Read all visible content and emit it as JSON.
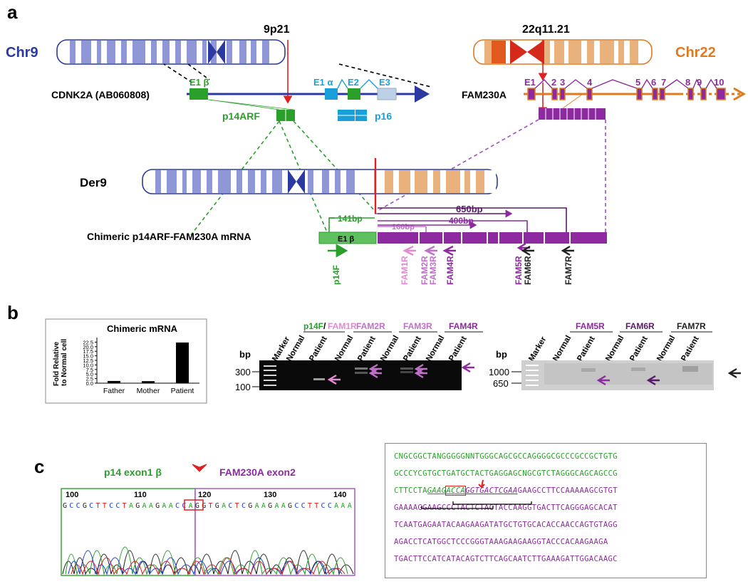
{
  "panel_labels": [
    "a",
    "b",
    "c"
  ],
  "panel_a": {
    "chr9_label": "Chr9",
    "chr22_label": "Chr22",
    "band9": "9p21",
    "band22": "22q11.21",
    "cdkn2a_label": "CDNK2A (AB060808)",
    "fam230a_label": "FAM230A",
    "exon_e1b": "E1 β",
    "exon_e1a": "E1 α",
    "exon_e2": "E2",
    "exon_e3": "E3",
    "p14arf": "p14ARF",
    "p16": "p16",
    "fam_exons": [
      "E1",
      "2",
      "3",
      "4",
      "5",
      "6",
      "7",
      "8",
      "9",
      "10"
    ],
    "der9_label": "Der9",
    "chimeric_label": "Chimeric p14ARF-FAM230A mRNA",
    "e1b_box": "E1 β",
    "sizes": [
      "141bp",
      "160bp",
      "400bp",
      "650bp"
    ],
    "primers": [
      "p14F",
      "FAM1R",
      "FAM2R",
      "FAM3R",
      "FAM4R",
      "FAM5R",
      "FAM6R",
      "FAM7R"
    ]
  },
  "panel_b": {
    "chart_title": "Chimeric mRNA",
    "ylabel_1": "Fold Relative",
    "ylabel_2": "to Normal cell",
    "chart_data": {
      "type": "bar",
      "categories": [
        "Father",
        "Mother",
        "Patient"
      ],
      "values": [
        1.2,
        1.1,
        22.3
      ],
      "ylim": [
        0,
        25
      ],
      "yticks": [
        "0.0",
        "2.5",
        "5.0",
        "7.5",
        "10.0",
        "12.5",
        "15.0",
        "17.5",
        "20.0",
        "22.5"
      ]
    },
    "gel1": {
      "primer_p14f": "p14F",
      "primer_slash": "/",
      "groups": [
        "FAM1R",
        "FAM2R",
        "FAM3R",
        "FAM4R"
      ],
      "lanes": [
        "Marker",
        "Normal",
        "Patient",
        "Normal",
        "Patient",
        "Normal",
        "Patient",
        "Normal",
        "Patient"
      ],
      "bp": "bp",
      "marks": [
        "300",
        "100"
      ]
    },
    "gel2": {
      "groups": [
        "FAM5R",
        "FAM6R",
        "FAM7R"
      ],
      "lanes": [
        "Marker",
        "Normal",
        "Patient",
        "Normal",
        "Patient",
        "Normal",
        "Patient"
      ],
      "bp": "bp",
      "marks": [
        "1000",
        "650"
      ]
    }
  },
  "panel_c": {
    "left_title": "p14 exon1 β",
    "right_title": "FAM230A exon2",
    "positions": [
      "100",
      "110",
      "120",
      "130",
      "140"
    ],
    "bases_green": [
      "G",
      "C",
      "C",
      "G",
      "C",
      "T",
      "T",
      "C",
      "C",
      "T",
      "A",
      "G",
      "A",
      "A",
      "G",
      "A",
      "A",
      "C",
      "C",
      "A"
    ],
    "bases_purple": [
      "G",
      "G",
      "T",
      "G",
      "A",
      "C",
      "T",
      "C",
      "G",
      "A",
      "A",
      "G",
      "A",
      "A",
      "G",
      "C",
      "C",
      "T",
      "T",
      "C",
      "C",
      "A",
      "A",
      "A"
    ],
    "seq": {
      "line1": "CNGCGGCTANGGGGGNNTGGGCAGCGCCAGGGGCGCCCGCCGCTGTG",
      "line2": "GCCCYCGTGCTGATGCTACTGAGGAGCNGCGTCTAGGGCAGCAGCCG",
      "line3_a": "CTTCCTA",
      "line3_b": "GAAG",
      "line3_c": "ACCA",
      "line3_d": "GGTGACTCGAA",
      "line3_e": "GAAGCCTTCCAAAAAGCGTGT",
      "line4": "GAAAAGGAAGCCCTACTCTACTACCAAGGTGACTTCAGGGAGCACAT",
      "line5": "TCAATGAGAATACAAGAAGATATGCTGTGCACACCAACCAGTGTAGG",
      "line6": "AGACCTCATGGCTCCCGGGTAAAGAAGAAGGTACCCACAAGAAGA",
      "line7": "TGACTTCCATCATACAGTCTTCAGCAATCTTGAAAGATTGGACAAGC"
    }
  },
  "colors": {
    "chr9": "#2b3aa0",
    "chr22": "#e07a1e",
    "green": "#2aa02a",
    "purple": "#8e2aa0",
    "pink": "#e58ad0",
    "red": "#e02020",
    "cyan": "#1aa0d8"
  }
}
